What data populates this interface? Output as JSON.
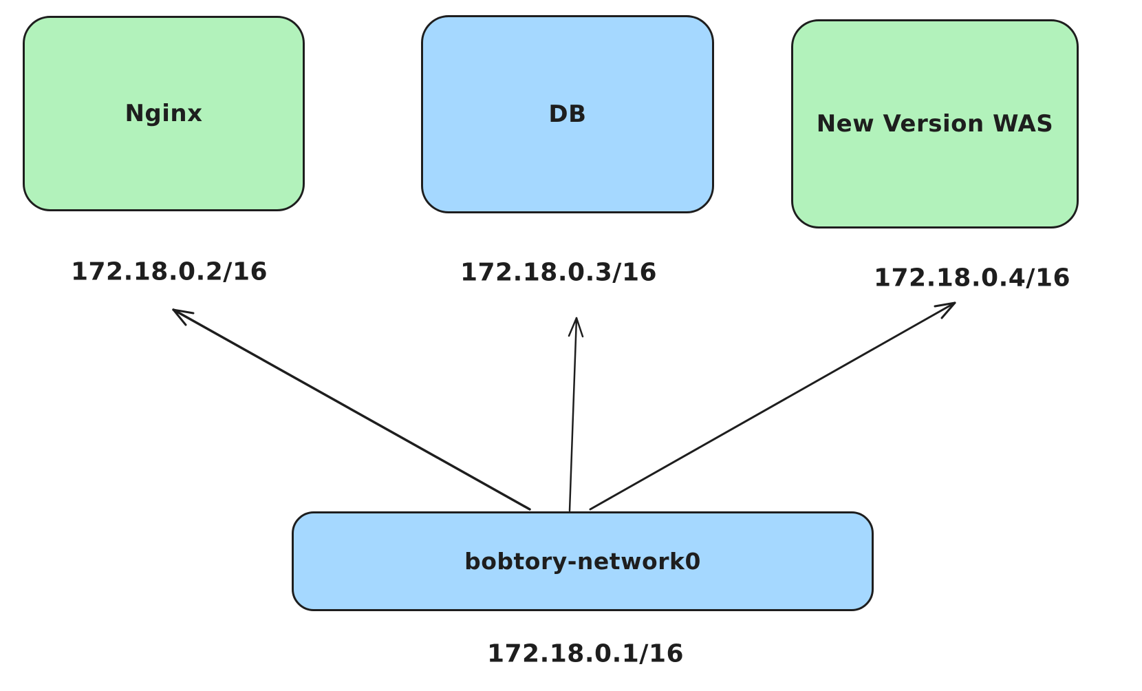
{
  "diagram": {
    "colors": {
      "green_fill": "#b2f2bb",
      "blue_fill": "#a5d8ff",
      "stroke": "#1e1e1e",
      "background": "#ffffff"
    },
    "nodes": [
      {
        "id": "nginx",
        "label": "Nginx",
        "ip": "172.18.0.2/16",
        "fill": "#b2f2bb"
      },
      {
        "id": "db",
        "label": "DB",
        "ip": "172.18.0.3/16",
        "fill": "#a5d8ff"
      },
      {
        "id": "was",
        "label": "New Version WAS",
        "ip": "172.18.0.4/16",
        "fill": "#b2f2bb"
      },
      {
        "id": "network",
        "label": "bobtory-network0",
        "ip": "172.18.0.1/16",
        "fill": "#a5d8ff"
      }
    ],
    "edges": [
      {
        "from": "bobtory-network0",
        "to": "Nginx"
      },
      {
        "from": "bobtory-network0",
        "to": "DB"
      },
      {
        "from": "bobtory-network0",
        "to": "New Version WAS"
      }
    ]
  }
}
